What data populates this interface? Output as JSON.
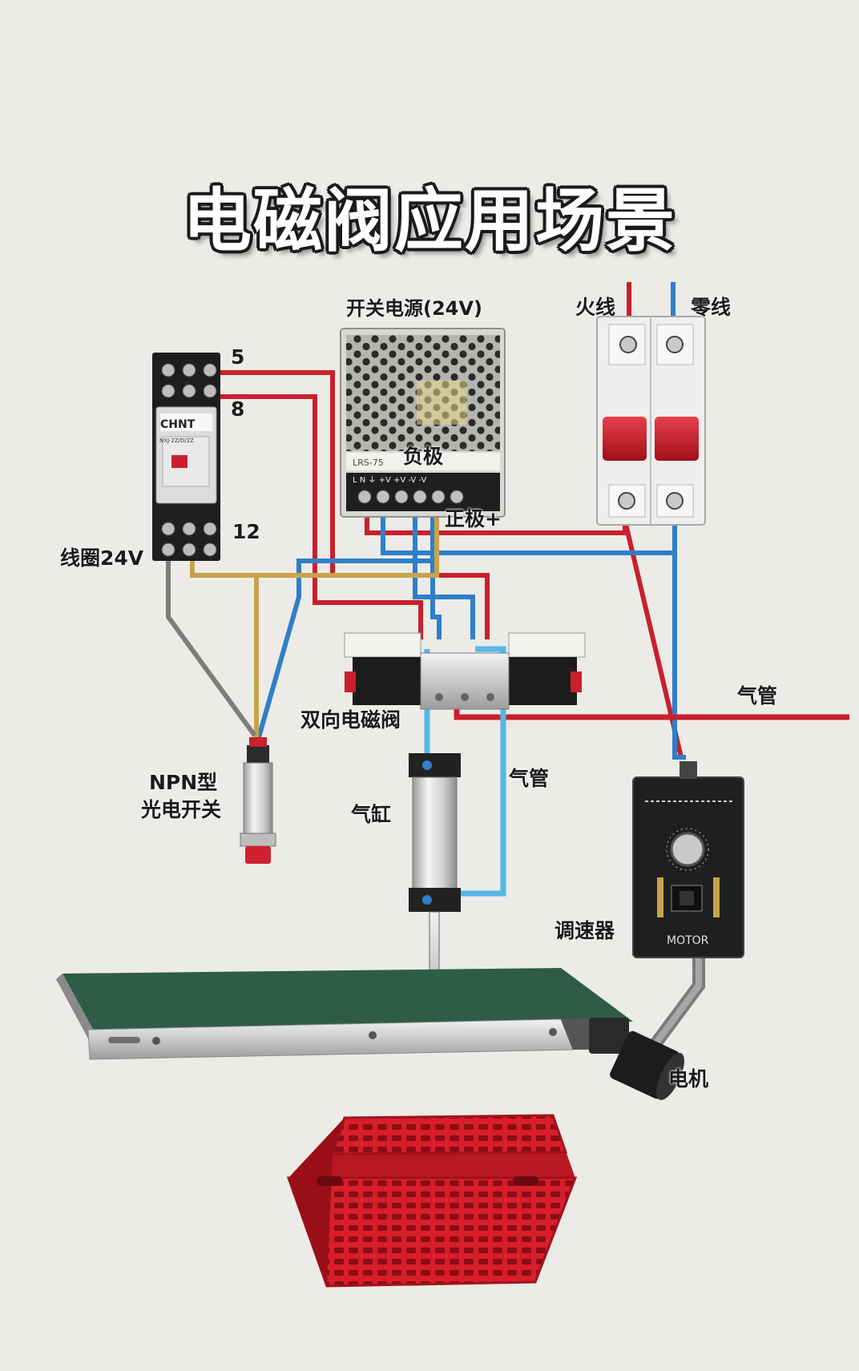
{
  "title": "电磁阀应用场景",
  "labels": {
    "power_supply": "开关电源(24V)",
    "live_wire": "火线",
    "neutral_wire": "零线",
    "terminal_5": "5",
    "terminal_8": "8",
    "terminal_12": "12",
    "coil": "线圈24V",
    "negative": "负极",
    "positive": "正极+",
    "valve": "双向电磁阀",
    "air_pipe_right": "气管",
    "air_pipe_mid": "气管",
    "sensor_line1": "NPN型",
    "sensor_line2": "光电开关",
    "cylinder": "气缸",
    "speed_controller": "调速器",
    "motor": "电机"
  },
  "device_text": {
    "relay_brand": "CHNT",
    "relay_model": "NXJ-2Z/D/2Z",
    "psu_model": "LRS-75",
    "psu_terminals": "L N ⏚ +V +V -V -V",
    "controller_brand": "MOTOR"
  },
  "colors": {
    "live": "#c8202c",
    "neutral": "#2f7fc9",
    "yellow": "#c9a34a",
    "gray": "#7d7d7d",
    "air": "#56b7e6",
    "basket": "#d81e2a",
    "belt": "#2f5a48"
  }
}
